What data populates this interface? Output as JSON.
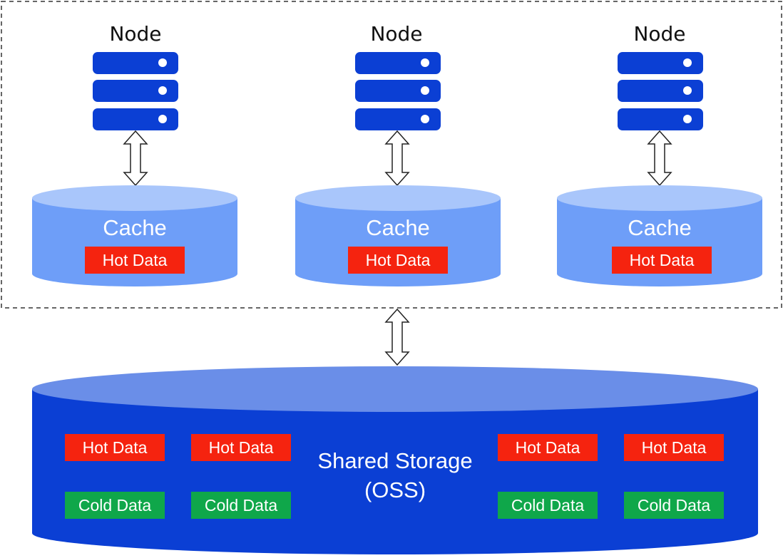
{
  "nodes": [
    {
      "label": "Node",
      "cache_label": "Cache",
      "cache_tag": "Hot Data"
    },
    {
      "label": "Node",
      "cache_label": "Cache",
      "cache_tag": "Hot Data"
    },
    {
      "label": "Node",
      "cache_label": "Cache",
      "cache_tag": "Hot Data"
    }
  ],
  "storage": {
    "title_line1": "Shared Storage",
    "title_line2": "(OSS)",
    "hot_tags": [
      "Hot Data",
      "Hot Data",
      "Hot Data",
      "Hot Data"
    ],
    "cold_tags": [
      "Cold Data",
      "Cold Data",
      "Cold Data",
      "Cold Data"
    ]
  },
  "colors": {
    "server": "#0b3fd4",
    "cache_body": "#6e9ef8",
    "cache_top": "#a9c6fb",
    "storage_body": "#0b3fd4",
    "storage_top": "#6a8ee8",
    "hot": "#f5230f",
    "cold": "#0fa74a"
  }
}
